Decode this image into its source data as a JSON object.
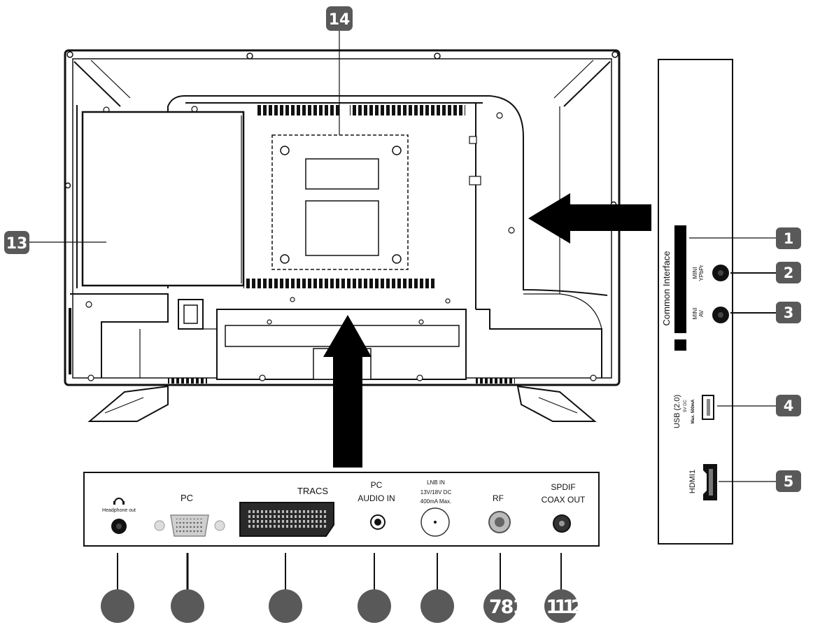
{
  "callouts": {
    "top": "14",
    "left": "13",
    "right": [
      "1",
      "2",
      "3",
      "4",
      "5"
    ],
    "bottom_labels": {
      "c6": "781",
      "c7": "1112"
    }
  },
  "side_panel": {
    "common_interface": "Common Interface",
    "mini_ypbpr_1": "MINI",
    "mini_ypbpr_2": "YPbPr",
    "mini_av_1": "MINI",
    "mini_av_2": "AV",
    "usb": "USB (2.0)",
    "usb_power": "5V DC",
    "usb_max": "Max. 500mA",
    "hdmi": "HDMI1"
  },
  "bottom_panel": {
    "headphone": "Headphone out",
    "pc": "PC",
    "tracs": "TRACS",
    "pc_audio_1": "PC",
    "pc_audio_2": "AUDIO IN",
    "lnb_1": "LNB IN",
    "lnb_2": "13V/18V DC",
    "lnb_3": "400mA Max.",
    "rf": "RF",
    "spdif_1": "SPDIF",
    "spdif_2": "COAX OUT"
  },
  "colors": {
    "callout": "#595959",
    "line": "#111111",
    "arrow": "#000000"
  },
  "icons": [
    "headphone-icon",
    "arrow-left-icon",
    "arrow-up-icon"
  ]
}
